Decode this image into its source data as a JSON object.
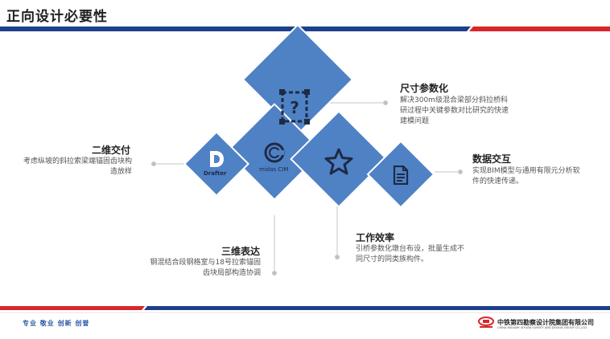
{
  "page": {
    "title": "正向设计必要性"
  },
  "features": {
    "size_params": {
      "heading": "尺寸参数化",
      "lines": [
        "解决300m级混合梁部分斜拉桥科",
        "研过程中关键参数对比研究的快速",
        "建模问题"
      ]
    },
    "data_exchange": {
      "heading": "数据交互",
      "lines": [
        "实现BIM模型与通用有限元分析软",
        "件的快速传递。"
      ]
    },
    "drawing": {
      "heading": "二维交付",
      "lines": [
        "考虑纵坡的斜拉索梁端锚固齿块构",
        "造放样"
      ]
    },
    "expression": {
      "heading": "三维表达",
      "lines": [
        "钢混结合段钢格室与18号拉索锚固",
        "齿块局部构造协调"
      ]
    },
    "efficiency": {
      "heading": "工作效率",
      "lines": [
        "引桥参数化墩台布设，批量生成不",
        "同尺寸的同类族构件。"
      ]
    }
  },
  "logos": {
    "drafter": "Drafter",
    "midas": "midas CIM"
  },
  "icons": [
    "question-frame-icon",
    "star-icon",
    "document-icon",
    "drafter-logo",
    "midas-logo"
  ],
  "footer": {
    "slogan": "专业  敬业  创新  创誉",
    "company_cn": "中铁第四勘察设计院集团有限公司",
    "company_en": "CHINA RAILWAY SIYUAN SURVEY AND DESIGN GROUP CO.,LTD."
  },
  "colors": {
    "accent_blue": "#4f81c5",
    "brand_red": "#d9262b",
    "brand_navy": "#1e3f8a"
  }
}
